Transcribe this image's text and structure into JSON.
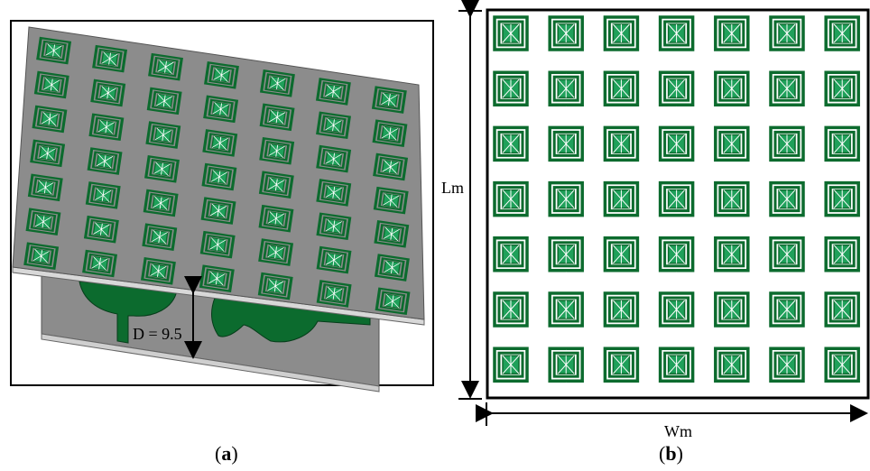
{
  "figure": {
    "panel_a": {
      "caption_open": "(",
      "caption_letter": "a",
      "caption_close": ")",
      "dimension_label": "D = 9.5"
    },
    "panel_b": {
      "caption_open": "(",
      "caption_letter": "b",
      "caption_close": ")",
      "length_label": "Lm",
      "width_label": "Wm"
    },
    "metasurface": {
      "rows": 7,
      "cols": 7
    },
    "colors": {
      "board_gray": "#8c8c8c",
      "board_gray_dark": "#6e6e6e",
      "board_edge": "#d8d8d8",
      "copper_green": "#0c6b2e",
      "cell_green": "#1fa05a",
      "ring_green": "#0c6b2e"
    }
  }
}
